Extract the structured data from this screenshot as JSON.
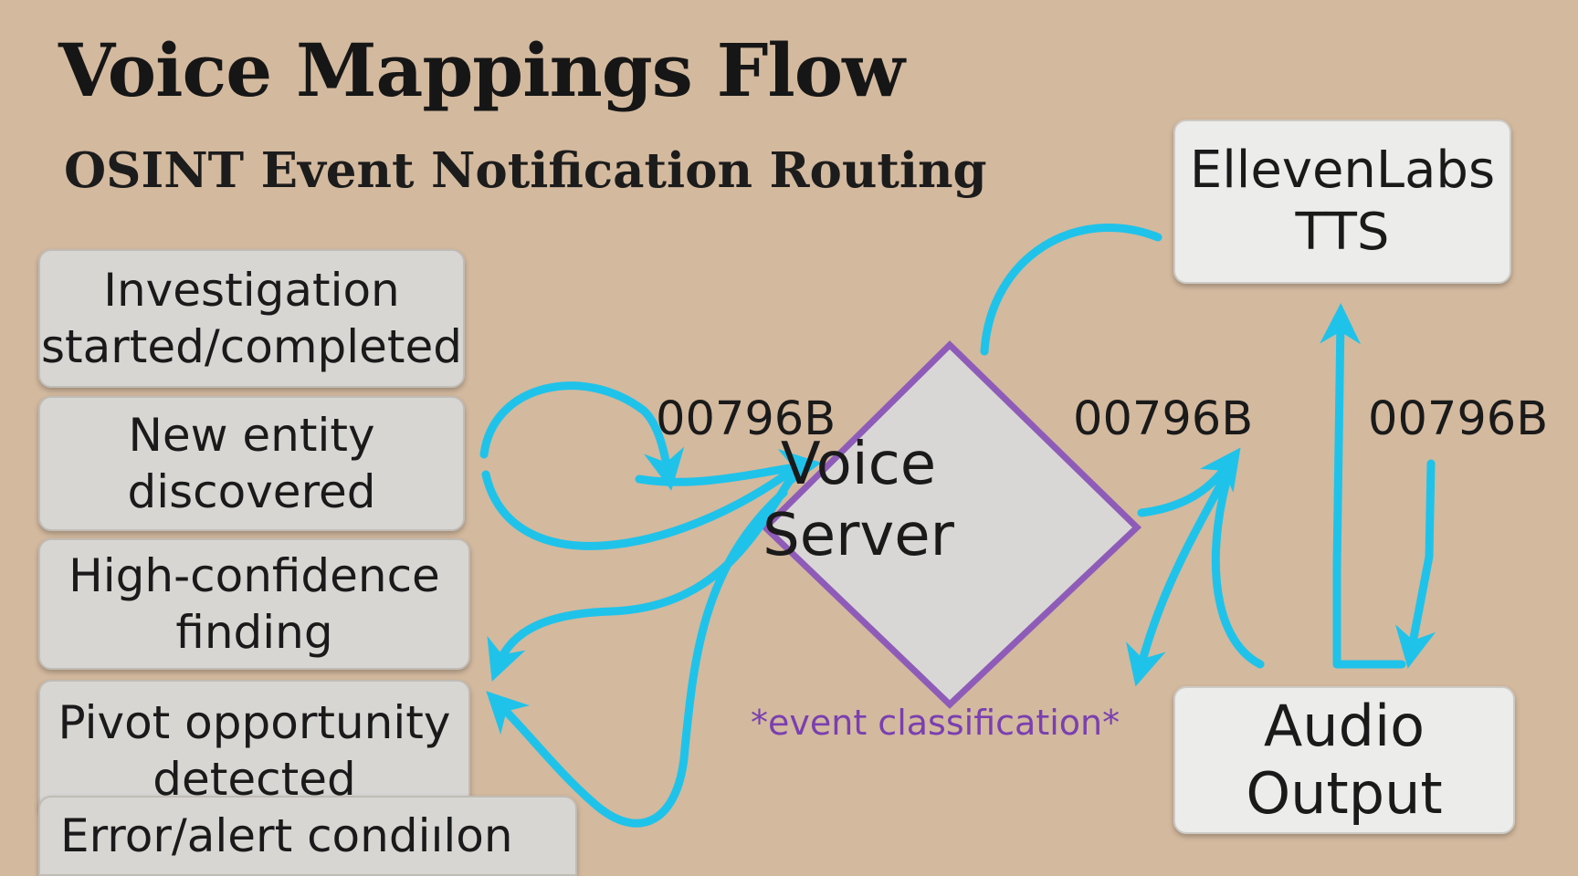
{
  "title": "Voice Mappings Flow",
  "subtitle": "OSINT Event Notification Routing",
  "events": [
    {
      "line1": "Investigation",
      "line2": "started/completed"
    },
    {
      "line1": "New entity",
      "line2": "discovered"
    },
    {
      "line1": "High-confidence",
      "line2": "finding"
    },
    {
      "line1": "Pivot opportunity",
      "line2": "detected"
    },
    {
      "line1": "Error/alert condiılon",
      "line2": ""
    }
  ],
  "voice_server": {
    "line1": "Voice",
    "line2": "Server",
    "annotation": "*event classification*"
  },
  "tts": {
    "line1": "EllevenLabs",
    "line2": "TTS"
  },
  "audio": {
    "line1": "Audio",
    "line2": "Output"
  },
  "edge_labels": [
    "00796B",
    "00796B",
    "00796B"
  ],
  "colors": {
    "background": "#d3b99e",
    "arrow": "#1fc3ea",
    "diamond_stroke": "#8e5cb8",
    "diamond_fill": "#d9d7d5",
    "annotation": "#7a3fb0"
  }
}
